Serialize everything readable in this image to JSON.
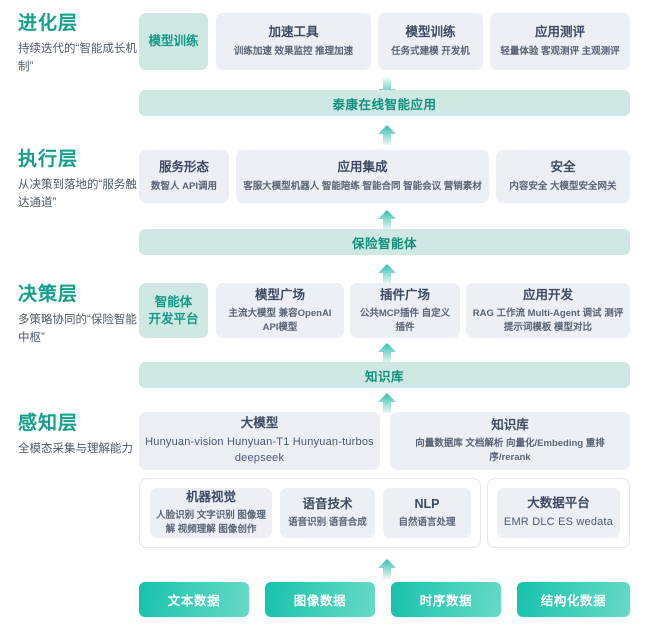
{
  "diagram": {
    "title": "AI technology stack layered architecture",
    "accent_teal": "#12a08a",
    "bar_bg": "#cfe8e3",
    "card_bg": "#eceff3",
    "chip_gradient_from": "#18c1ab",
    "chip_gradient_to": "#66d9c6"
  },
  "layers": [
    {
      "id": "evolution",
      "title": "进化层",
      "subtitle": "持续迭代的“智能成长机制”",
      "highlight_card": {
        "title": "模型训练"
      },
      "cards": [
        {
          "title": "加速工具",
          "items": "训练加速 效果监控 推理加速"
        },
        {
          "title": "模型训练",
          "items": "任务式建模 开发机"
        },
        {
          "title": "应用测评",
          "items": "轻量体验 客观测评 主观测评"
        }
      ],
      "bar": "泰康在线智能应用",
      "arrow_above_bar": "arrow-down",
      "arrow_below_bar": "arrow-up"
    },
    {
      "id": "execution",
      "title": "执行层",
      "subtitle": "从决策到落地的“服务触达通道”",
      "cards": [
        {
          "title": "服务形态",
          "items": "数智人 API调用"
        },
        {
          "title": "应用集成",
          "items": "客服大模型机器人 智能陪练 智能合同 智能会议 营销素材"
        },
        {
          "title": "安全",
          "items": "内容安全 大模型安全网关"
        }
      ],
      "bar": "保险智能体",
      "arrow_above_bar": "arrow-up",
      "arrow_below_bar": "arrow-up"
    },
    {
      "id": "decision",
      "title": "决策层",
      "subtitle": "多策略协同的“保险智能中枢”",
      "highlight_card": {
        "title": "智能体\n开发平台"
      },
      "cards": [
        {
          "title": "模型广场",
          "items": "主流大模型   兼容OpenAI API模型"
        },
        {
          "title": "插件广场",
          "items": "公共MCP插件 自定义插件"
        },
        {
          "title": "应用开发",
          "items": "RAG 工作流 Multi-Agent 调试 测评 提示词模板 模型对比"
        }
      ],
      "bar": "知识库",
      "arrow_above_bar": "arrow-up",
      "arrow_below_bar": "arrow-up"
    },
    {
      "id": "perception",
      "title": "感知层",
      "subtitle": "全模态采集与理解能力",
      "top_cards": [
        {
          "title": "大模型",
          "items": "Hunyuan-vision Hunyuan-T1 Hunyuan-turbos deepseek",
          "mono": true
        },
        {
          "title": "知识库",
          "items": "向量数据库 文档解析 向量化/Embeding 重排序/rerank"
        }
      ],
      "bottom_cards": [
        {
          "title": "机器视觉",
          "items": "人脸识别 文字识别 图像理解 视频理解 图像创作"
        },
        {
          "title": "语音技术",
          "items": "语音识别 语音合成"
        },
        {
          "title": "NLP",
          "items": "自然语言处理"
        },
        {
          "title": "大数据平台",
          "items": "EMR DLC ES wedata",
          "mono": true
        }
      ],
      "arrow_below": "arrow-up"
    }
  ],
  "data_sources": [
    {
      "label": "文本数据"
    },
    {
      "label": "图像数据"
    },
    {
      "label": "时序数据"
    },
    {
      "label": "结构化数据"
    }
  ]
}
